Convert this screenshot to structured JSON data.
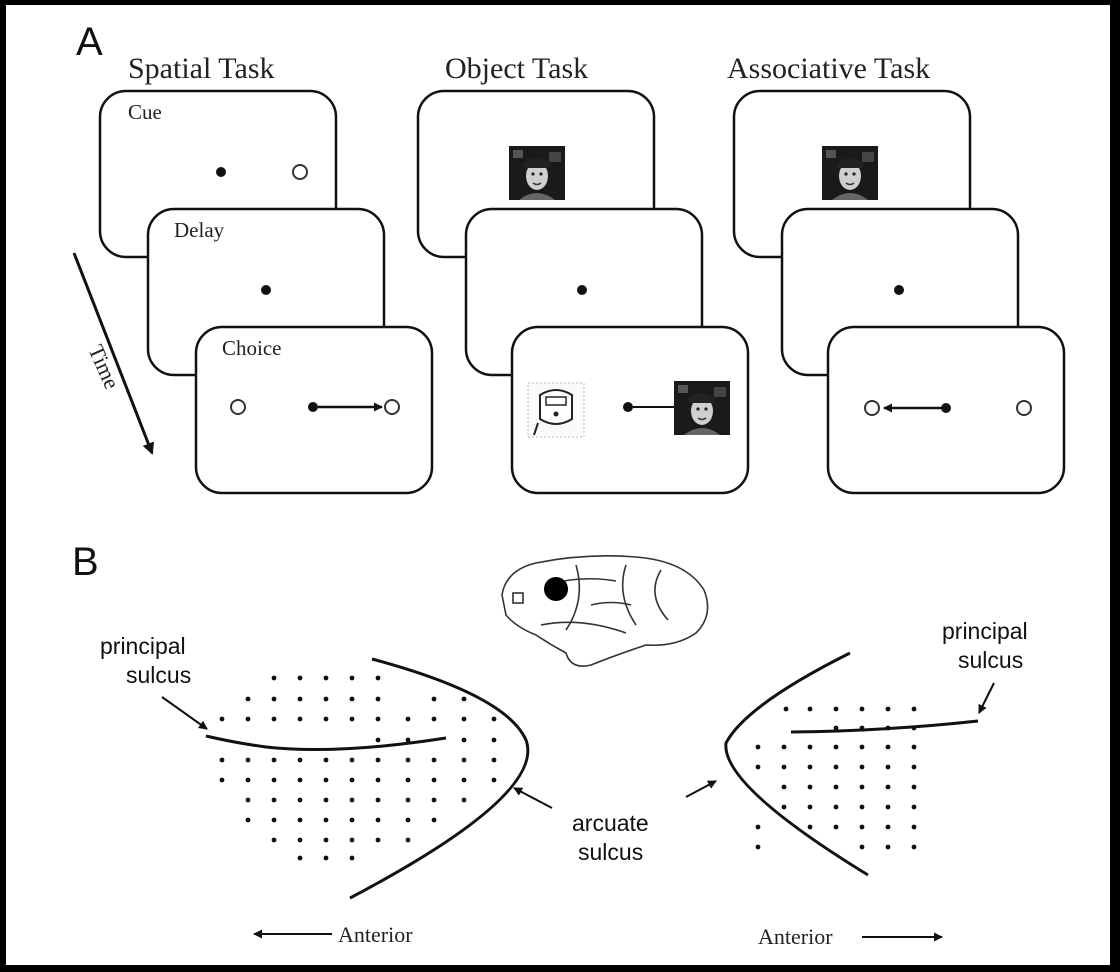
{
  "panel_a_label": "A",
  "panel_b_label": "B",
  "tasks": {
    "spatial": "Spatial Task",
    "object": "Object Task",
    "associative": "Associative Task"
  },
  "epochs": {
    "cue": "Cue",
    "delay": "Delay",
    "choice": "Choice"
  },
  "time_label": "Time",
  "labels": {
    "principal_left_1": "principal",
    "principal_left_2": "sulcus",
    "principal_right_1": "principal",
    "principal_right_2": "sulcus",
    "arcuate_1": "arcuate",
    "arcuate_2": "sulcus",
    "anterior_left": "Anterior",
    "anterior_right": "Anterior"
  },
  "icons": {
    "face": "face-image-icon",
    "cartoon": "cartoon-image-icon",
    "brain": "monkey-brain-icon"
  }
}
